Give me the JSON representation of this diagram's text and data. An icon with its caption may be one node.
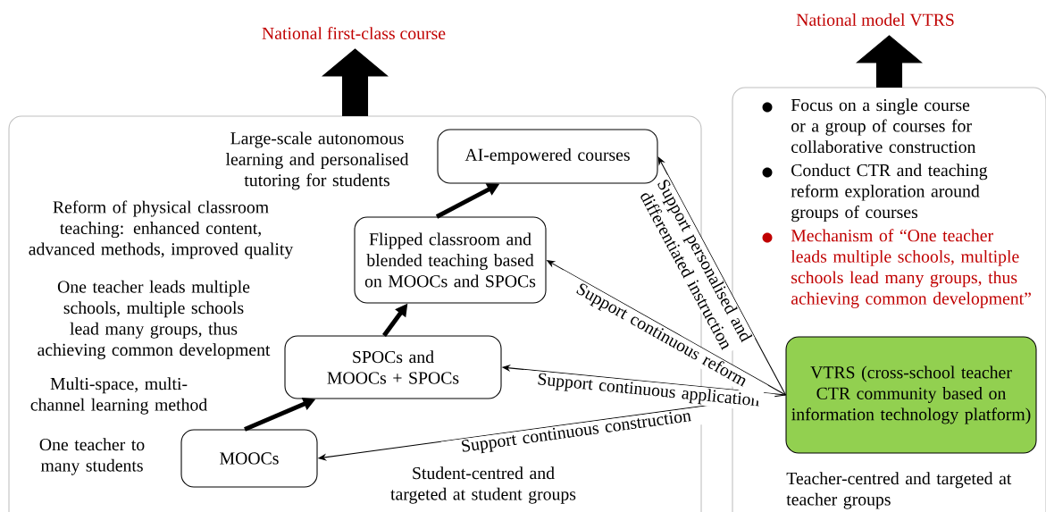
{
  "diagram": {
    "nodes": [
      {
        "text": [
          "Student-centred and targeted at student groups"
        ]
      },
      {
        "text": [
          "MOOCs"
        ],
        "in": 0
      },
      {
        "text": [
          "SPOCs and MOOCs + SPOCs"
        ],
        "in": 0
      },
      {
        "text": [
          "Flipped classroom and blended teaching based on MOOCs and SPOCs"
        ],
        "in": 0
      },
      {
        "text": [
          "AI-empowered courses"
        ],
        "in": 0
      },
      {
        "text": [
          "Focus on a single course or a group of courses for collaborative construction",
          "Conduct CTR and teaching reform exploration around groups of courses",
          "Mechanism of “One teacher leads multiple schools, multiple schools lead many groups, thus achieving common development”",
          "Teacher-centred and targeted at teacher groups"
        ]
      },
      {
        "text": [
          "VTRS (cross-school teacher CTR community based on information technology platform)"
        ],
        "in": 5
      },
      {
        "text": [
          "National first-class course"
        ]
      },
      {
        "text": [
          "National model VTRS"
        ]
      }
    ],
    "edges": [
      {
        "from": 1,
        "to": 2,
        "arrow": "to",
        "style": "thick"
      },
      {
        "from": 2,
        "to": 3,
        "arrow": "to",
        "style": "thick"
      },
      {
        "from": 3,
        "to": 4,
        "arrow": "to",
        "style": "thick"
      },
      {
        "from": 6,
        "to": 1,
        "arrow": "to",
        "label": "Support continuous construction"
      },
      {
        "from": 6,
        "to": 2,
        "arrow": "to",
        "label": "Support continuous application"
      },
      {
        "from": 6,
        "to": 3,
        "arrow": "to",
        "label": "Support continuous reform"
      },
      {
        "from": 6,
        "to": 4,
        "arrow": "to",
        "label": "Support personalised and differentiated instruction"
      },
      {
        "from": 0,
        "to": 7,
        "arrow": "to"
      },
      {
        "from": 5,
        "to": 8,
        "arrow": "to"
      }
    ],
    "labels": [
      "Large-scale autonomous learning and personalised tutoring for students",
      "Reform of physical classroom teaching: enhanced content, advanced methods, improved quality",
      "One teacher leads multiple schools, multiple schools lead many groups, thus achieving common development",
      "Multi-space, multi-channel learning method",
      "One teacher to many students"
    ]
  }
}
